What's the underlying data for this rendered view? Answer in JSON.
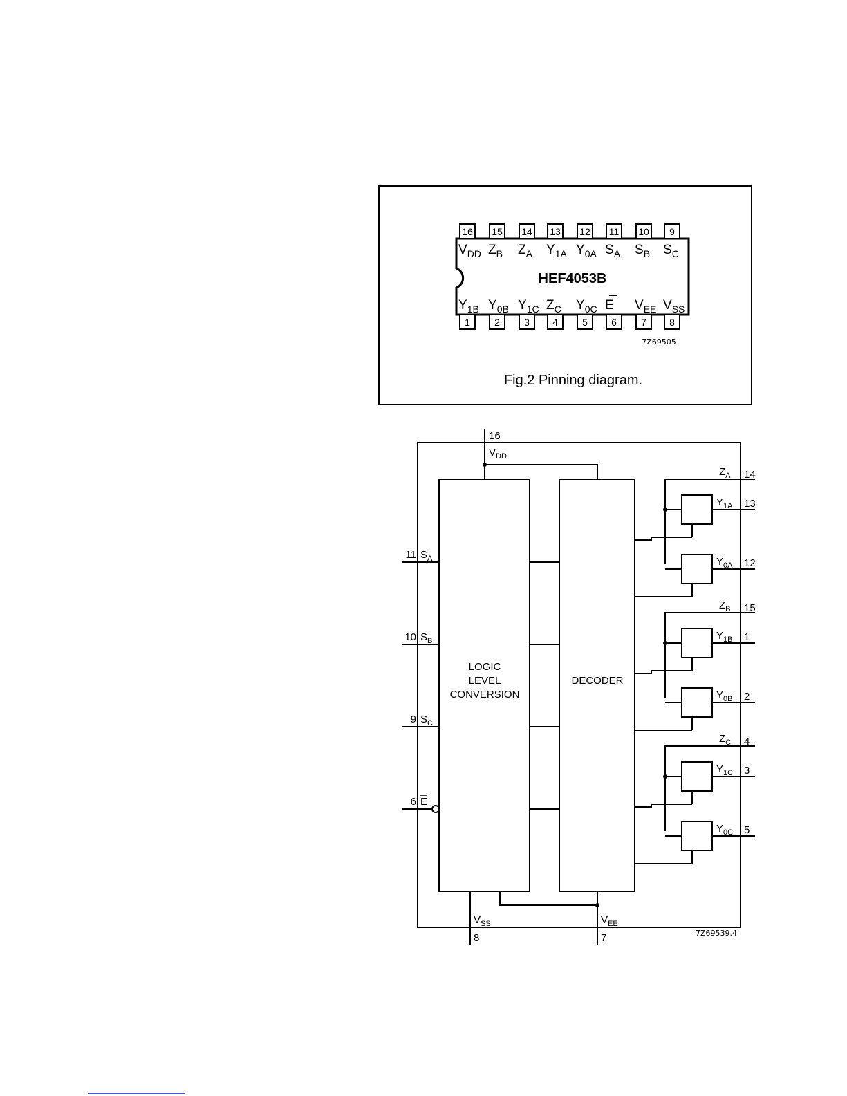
{
  "pinning_diagram": {
    "chip_name": "HEF4053B",
    "top_pins": [
      {
        "number": "16",
        "name": "V",
        "sub": "DD"
      },
      {
        "number": "15",
        "name": "Z",
        "sub": "B"
      },
      {
        "number": "14",
        "name": "Z",
        "sub": "A"
      },
      {
        "number": "13",
        "name": "Y",
        "sub": "1A"
      },
      {
        "number": "12",
        "name": "Y",
        "sub": "0A"
      },
      {
        "number": "11",
        "name": "S",
        "sub": "A"
      },
      {
        "number": "10",
        "name": "S",
        "sub": "B"
      },
      {
        "number": "9",
        "name": "S",
        "sub": "C"
      }
    ],
    "bottom_pins": [
      {
        "number": "1",
        "name": "Y",
        "sub": "1B"
      },
      {
        "number": "2",
        "name": "Y",
        "sub": "0B"
      },
      {
        "number": "3",
        "name": "Y",
        "sub": "1C"
      },
      {
        "number": "4",
        "name": "Z",
        "sub": "C"
      },
      {
        "number": "5",
        "name": "Y",
        "sub": "0C"
      },
      {
        "number": "6",
        "name": "E",
        "sub": "",
        "overbar": true
      },
      {
        "number": "7",
        "name": "V",
        "sub": "EE"
      },
      {
        "number": "8",
        "name": "V",
        "sub": "SS"
      }
    ],
    "figure_code": "7Z69505",
    "caption": "Fig.2  Pinning diagram."
  },
  "block_diagram": {
    "logic_block": [
      "LOGIC",
      "LEVEL",
      "CONVERSION"
    ],
    "decoder_block": "DECODER",
    "supply_top": {
      "number": "16",
      "name": "V",
      "sub": "DD"
    },
    "supply_vss": {
      "number": "8",
      "name": "V",
      "sub": "SS"
    },
    "supply_vee": {
      "number": "7",
      "name": "V",
      "sub": "EE"
    },
    "left_inputs": [
      {
        "number": "11",
        "name": "S",
        "sub": "A"
      },
      {
        "number": "10",
        "name": "S",
        "sub": "B"
      },
      {
        "number": "9",
        "name": "S",
        "sub": "C"
      },
      {
        "number": "6",
        "name": "E",
        "sub": "",
        "overbar": true
      }
    ],
    "channels": [
      {
        "common": {
          "name": "Z",
          "sub": "A",
          "number": "14"
        },
        "outputs": [
          {
            "name": "Y",
            "sub": "1A",
            "number": "13"
          },
          {
            "name": "Y",
            "sub": "0A",
            "number": "12"
          }
        ]
      },
      {
        "common": {
          "name": "Z",
          "sub": "B",
          "number": "15"
        },
        "outputs": [
          {
            "name": "Y",
            "sub": "1B",
            "number": "1"
          },
          {
            "name": "Y",
            "sub": "0B",
            "number": "2"
          }
        ]
      },
      {
        "common": {
          "name": "Z",
          "sub": "C",
          "number": "4"
        },
        "outputs": [
          {
            "name": "Y",
            "sub": "1C",
            "number": "3"
          },
          {
            "name": "Y",
            "sub": "0C",
            "number": "5"
          }
        ]
      }
    ],
    "figure_code": "7Z69539.4"
  }
}
